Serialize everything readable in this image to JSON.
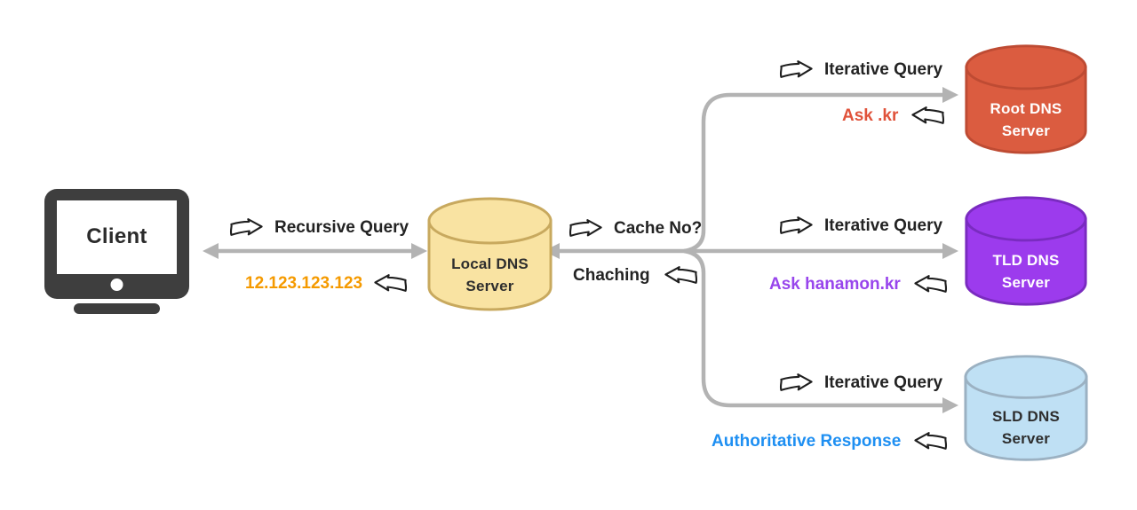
{
  "nodes": {
    "client": {
      "label": "Client"
    },
    "local_dns": {
      "line1": "Local DNS",
      "line2": "Server"
    },
    "root_dns": {
      "line1": "Root DNS",
      "line2": "Server"
    },
    "tld_dns": {
      "line1": "TLD DNS",
      "line2": "Server"
    },
    "sld_dns": {
      "line1": "SLD DNS",
      "line2": "Server"
    }
  },
  "labels": {
    "recursive_query": "Recursive Query",
    "client_response_ip": "12.123.123.123",
    "cache_question": "Cache No?",
    "caching": "Chaching",
    "iterative_query_root": "Iterative Query",
    "root_response": "Ask .kr",
    "iterative_query_tld": "Iterative Query",
    "tld_response": "Ask hanamon.kr",
    "iterative_query_sld": "Iterative Query",
    "sld_response": "Authoritative Response"
  },
  "icons": {
    "query_arrow": "curved-arrow-right-icon",
    "response_arrow": "curved-arrow-left-icon",
    "client": "monitor-icon",
    "server": "database-cylinder-icon"
  },
  "colors": {
    "arrow_gray": "#B3B3B3",
    "text_dark": "#232323",
    "orange": "#F59A00",
    "red": "#E0523A",
    "purple": "#9845EC",
    "blue": "#1E8FF2",
    "client_gray": "#3E3E3E",
    "local_fill": "#F9E3A2",
    "local_stroke": "#C8A95E",
    "root_fill": "#DB5C40",
    "root_stroke": "#BE4B33",
    "tld_fill": "#9C3BED",
    "tld_stroke": "#7A2BC0",
    "sld_fill": "#BFE0F4",
    "sld_stroke": "#9BB1C2"
  }
}
